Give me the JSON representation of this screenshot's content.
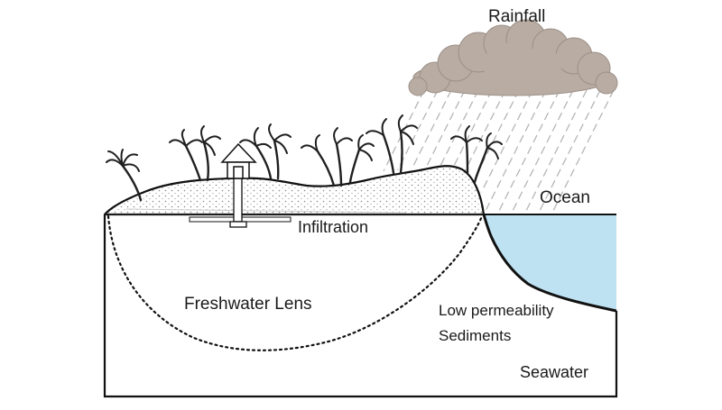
{
  "labels": {
    "rainfall": "Rainfall",
    "ocean": "Ocean",
    "infiltration": "Infiltration",
    "freshwater_lens": "Freshwater Lens",
    "low_permeability": "Low permeability",
    "sediments": "Sediments",
    "seawater": "Seawater"
  },
  "colors": {
    "cloud": "#b9aca3",
    "ocean": "#bfe2f2",
    "outline": "#111111",
    "rain": "#b5b5b5",
    "sand_dots": "#8a8a8a",
    "palm": "#1f1f1f"
  },
  "icons": [
    "rain-cloud-icon",
    "palm-tree-icon",
    "house-icon",
    "well-icon"
  ]
}
